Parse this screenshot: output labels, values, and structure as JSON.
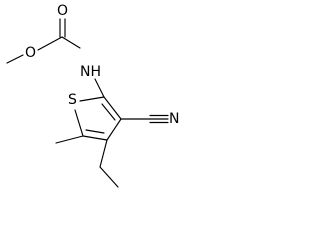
{
  "atoms": {
    "carbonyl_oxygen": "O",
    "ester_oxygen": "O",
    "amine": "NH",
    "ring_sulfur": "S",
    "nitrile_nitrogen": "N"
  }
}
